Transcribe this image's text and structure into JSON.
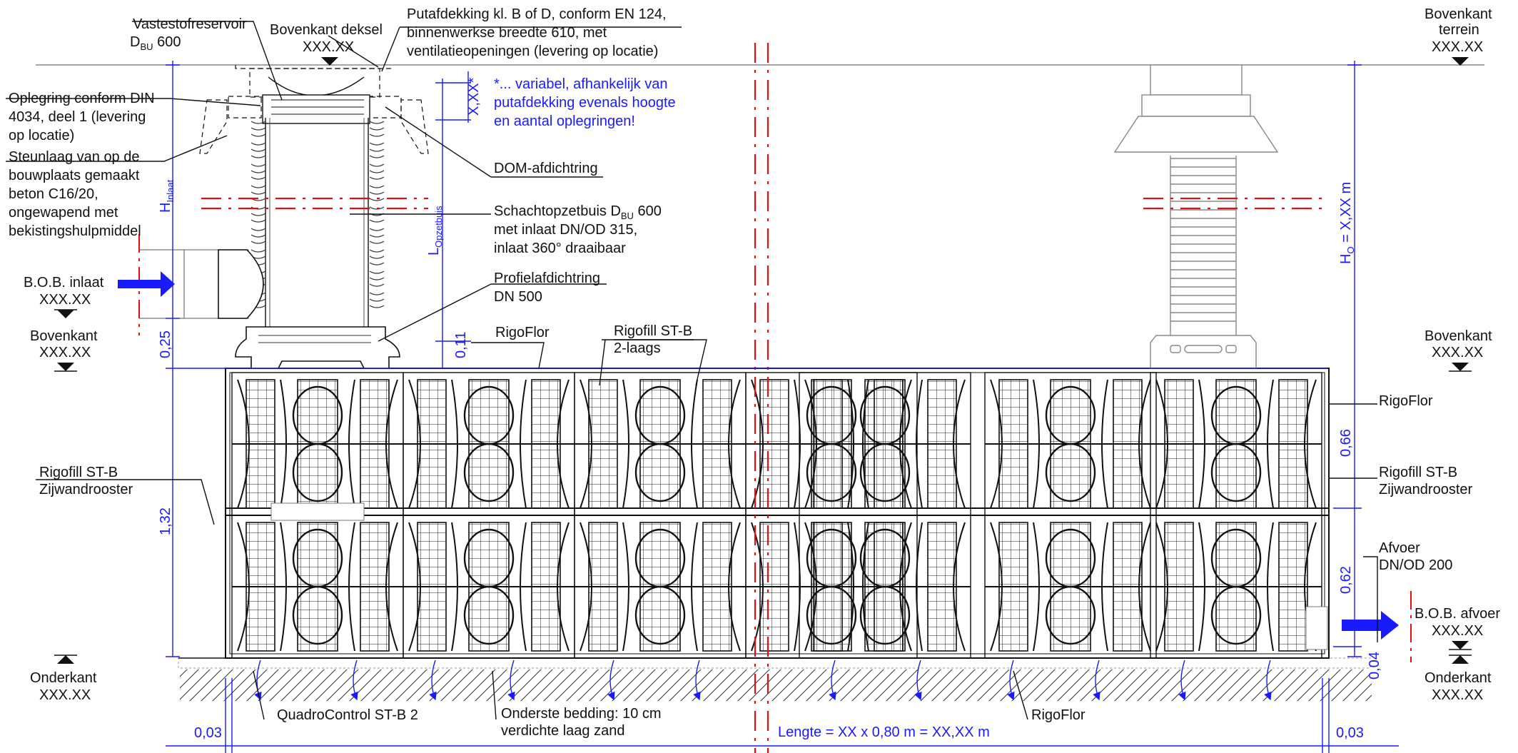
{
  "labels": {
    "vastestofreservoir": "Vastestofreservoir",
    "dbu600_a": "D",
    "dbu600_a_sub": "BU",
    "dbu600_a_val": " 600",
    "bovenkant_deksel": "Bovenkant deksel",
    "bovenkant_deksel_val": "XXX.XX",
    "putafdekking_1": "Putafdekking kl. B of D, conform EN 124,",
    "putafdekking_2": "binnenwerkse breedte 610, met",
    "putafdekking_3": "ventilatieopeningen (levering op locatie)",
    "variabel_1": "*... variabel, afhankelijk van",
    "variabel_2": "putafdekking evenals hoogte",
    "variabel_3": "en aantal oplegringen!",
    "xxx_dim": "X,XX*",
    "oplegring_1": "Oplegring conform DIN",
    "oplegring_2": "4034, deel 1 (levering",
    "oplegring_3": "op locatie)",
    "steunlaag_1": "Steunlaag van op de",
    "steunlaag_2": "bouwplaats gemaakt",
    "steunlaag_3": "beton C16/20,",
    "steunlaag_4": "ongewapend met",
    "steunlaag_5": "bekistingshulpmiddel",
    "dom": "DOM-afdichtring",
    "schacht_1a": "Schachtopzetbuis D",
    "schacht_1sub": "BU",
    "schacht_1b": " 600",
    "schacht_2": "met inlaat DN/OD 315,",
    "schacht_3": "inlaat 360° draaibaar",
    "profiel_1": "Profielafdichtring",
    "profiel_2": "DN 500",
    "h_inlaat": "H",
    "h_inlaat_sub": "Inlaat",
    "l_opzet": "L",
    "l_opzet_sub": "Opzetbuis",
    "bob_inlaat": "B.O.B. inlaat",
    "bob_inlaat_val": "XXX.XX",
    "bovenkant_l": "Bovenkant",
    "bovenkant_l_val": "XXX.XX",
    "dim_025": "0,25",
    "dim_011": "0,11",
    "dim_132": "1,32",
    "dim_066": "0,66",
    "dim_062": "0,62",
    "dim_004": "0,04",
    "dim_003_l": "0,03",
    "dim_003_r": "0,03",
    "rigoflor_top": "RigoFlor",
    "rigofill_top_1": "Rigofill ST-B",
    "rigofill_top_2": "2-laags",
    "rigofill_l_1": "Rigofill ST-B",
    "rigofill_l_2": "Zijwandrooster",
    "rigoflor_r": "RigoFlor",
    "rigofill_r_1": "Rigofill ST-B",
    "rigofill_r_2": "Zijwandrooster",
    "afvoer_1": "Afvoer",
    "afvoer_2": "DN/OD 200",
    "bob_afvoer": "B.O.B. afvoer",
    "bob_afvoer_val": "XXX.XX",
    "onderkant_l": "Onderkant",
    "onderkant_l_val": "XXX.XX",
    "onderkant_r": "Onderkant",
    "onderkant_r_val": "XXX.XX",
    "bovenkant_terrein_1": "Bovenkant",
    "bovenkant_terrein_2": "terrein",
    "bovenkant_terrein_val": "XXX.XX",
    "bovenkant_r": "Bovenkant",
    "bovenkant_r_val": "XXX.XX",
    "ho": "H",
    "ho_sub": "O",
    "ho_val": " = X,XX m",
    "quadro": "QuadroControl ST-B 2",
    "bedding_1": "Onderste bedding: 10 cm",
    "bedding_2": "verdichte laag zand",
    "rigoflor_bottom": "RigoFlor",
    "lengte": "Lengte = XX x 0,80 m = XX,XX m"
  },
  "colors": {
    "annotation_blue": "#1a1aff",
    "axis_red": "#e01010",
    "line": "#111111"
  }
}
